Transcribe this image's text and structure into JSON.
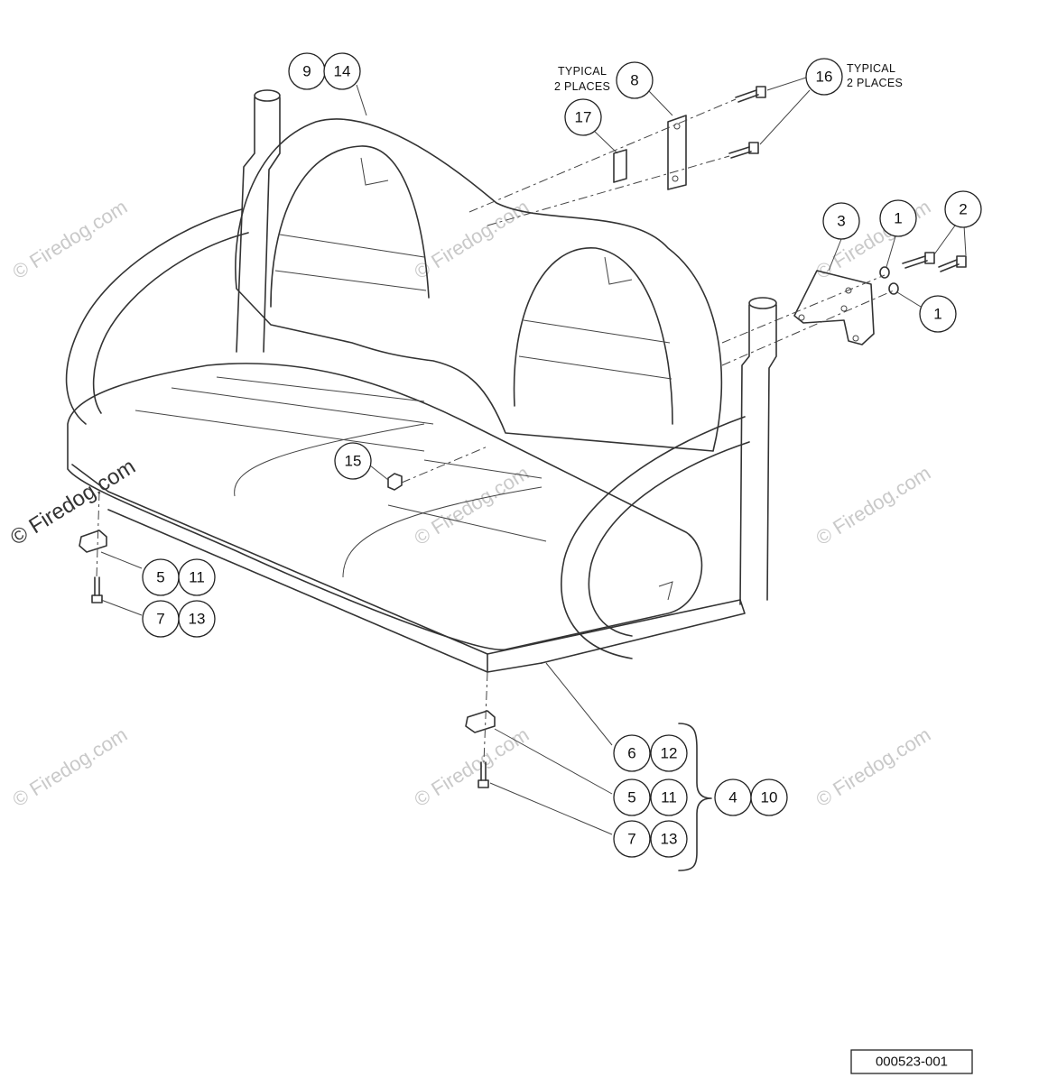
{
  "diagram": {
    "callouts": [
      {
        "id": "c-9",
        "label": "9"
      },
      {
        "id": "c-14",
        "label": "14"
      },
      {
        "id": "c-8",
        "label": "8"
      },
      {
        "id": "c-17",
        "label": "17"
      },
      {
        "id": "c-16",
        "label": "16"
      },
      {
        "id": "c-3",
        "label": "3"
      },
      {
        "id": "c-1a",
        "label": "1"
      },
      {
        "id": "c-2",
        "label": "2"
      },
      {
        "id": "c-1b",
        "label": "1"
      },
      {
        "id": "c-15",
        "label": "15"
      },
      {
        "id": "c-5a",
        "label": "5"
      },
      {
        "id": "c-11a",
        "label": "11"
      },
      {
        "id": "c-7a",
        "label": "7"
      },
      {
        "id": "c-13a",
        "label": "13"
      },
      {
        "id": "c-6",
        "label": "6"
      },
      {
        "id": "c-12",
        "label": "12"
      },
      {
        "id": "c-5b",
        "label": "5"
      },
      {
        "id": "c-11b",
        "label": "11"
      },
      {
        "id": "c-4",
        "label": "4"
      },
      {
        "id": "c-10",
        "label": "10"
      },
      {
        "id": "c-7b",
        "label": "7"
      },
      {
        "id": "c-13b",
        "label": "13"
      }
    ],
    "notes": {
      "typical_left_line1": "TYPICAL",
      "typical_left_line2": "2 PLACES",
      "typical_right_line1": "TYPICAL",
      "typical_right_line2": "2 PLACES"
    },
    "reference_number": "000523-001",
    "watermark": "© Firedog.com"
  }
}
